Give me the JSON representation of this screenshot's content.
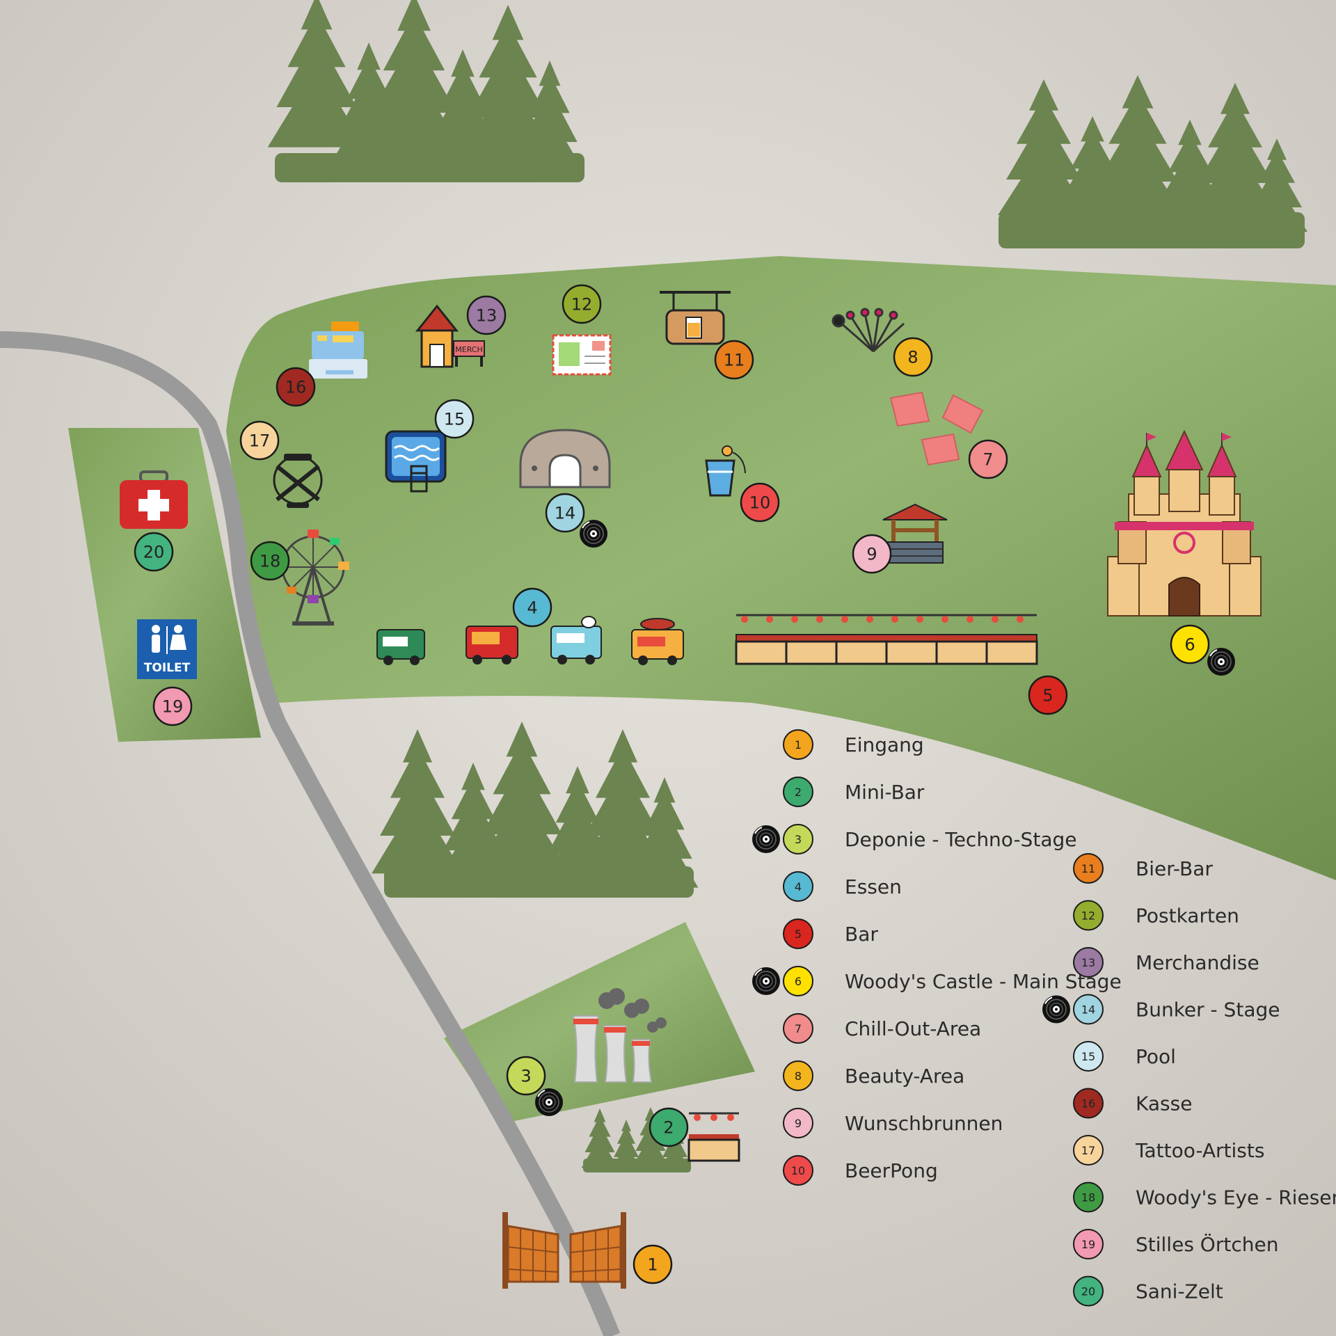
{
  "colors": {
    "background": "#dcd8d2",
    "grass": "#8aab68",
    "grass_dark": "#6f9150",
    "road": "#9a9a9a",
    "tree": "#6b8450"
  },
  "markers": {
    "1": {
      "num": "1",
      "color": "#f3a51e"
    },
    "2": {
      "num": "2",
      "color": "#3daa6e"
    },
    "3": {
      "num": "3",
      "color": "#c4d85a"
    },
    "4": {
      "num": "4",
      "color": "#58b9d2"
    },
    "5": {
      "num": "5",
      "color": "#d9261e"
    },
    "6": {
      "num": "6",
      "color": "#ffe100"
    },
    "7": {
      "num": "7",
      "color": "#f08c8c"
    },
    "8": {
      "num": "8",
      "color": "#f3b51e"
    },
    "9": {
      "num": "9",
      "color": "#f3b8c8"
    },
    "10": {
      "num": "10",
      "color": "#ee4a4a"
    },
    "11": {
      "num": "11",
      "color": "#e87e1e"
    },
    "12": {
      "num": "12",
      "color": "#94ad2e"
    },
    "13": {
      "num": "13",
      "color": "#9c7aa2"
    },
    "14": {
      "num": "14",
      "color": "#9fd4e0"
    },
    "15": {
      "num": "15",
      "color": "#cfe8f0"
    },
    "16": {
      "num": "16",
      "color": "#a02a22"
    },
    "17": {
      "num": "17",
      "color": "#f7d49c"
    },
    "18": {
      "num": "18",
      "color": "#3f9a44"
    },
    "19": {
      "num": "19",
      "color": "#f29ab2"
    },
    "20": {
      "num": "20",
      "color": "#43b380"
    }
  },
  "toilet_sign": {
    "text": "TOILET"
  },
  "merch_sign": {
    "text": "MERCH"
  },
  "legend": {
    "left": [
      {
        "num": "1",
        "label": "Eingang",
        "techno": false
      },
      {
        "num": "2",
        "label": "Mini-Bar",
        "techno": false
      },
      {
        "num": "3",
        "label": "Deponie - Techno-Stage",
        "techno": true
      },
      {
        "num": "4",
        "label": "Essen",
        "techno": false
      },
      {
        "num": "5",
        "label": "Bar",
        "techno": false
      },
      {
        "num": "6",
        "label": "Woody's Castle - Main Stage",
        "techno": true
      },
      {
        "num": "7",
        "label": "Chill-Out-Area",
        "techno": false
      },
      {
        "num": "8",
        "label": "Beauty-Area",
        "techno": false
      },
      {
        "num": "9",
        "label": "Wunschbrunnen",
        "techno": false
      },
      {
        "num": "10",
        "label": "BeerPong",
        "techno": false
      }
    ],
    "right": [
      {
        "num": "11",
        "label": "Bier-Bar",
        "techno": false
      },
      {
        "num": "12",
        "label": "Postkarten",
        "techno": false
      },
      {
        "num": "13",
        "label": "Merchandise",
        "techno": false
      },
      {
        "num": "14",
        "label": "Bunker - Stage",
        "techno": true
      },
      {
        "num": "15",
        "label": "Pool",
        "techno": false
      },
      {
        "num": "16",
        "label": "Kasse",
        "techno": false
      },
      {
        "num": "17",
        "label": "Tattoo-Artists",
        "techno": false
      },
      {
        "num": "18",
        "label": "Woody's Eye - Riesenrad",
        "techno": false
      },
      {
        "num": "19",
        "label": "Stilles Örtchen",
        "techno": false
      },
      {
        "num": "20",
        "label": "Sani-Zelt",
        "techno": false
      }
    ]
  }
}
